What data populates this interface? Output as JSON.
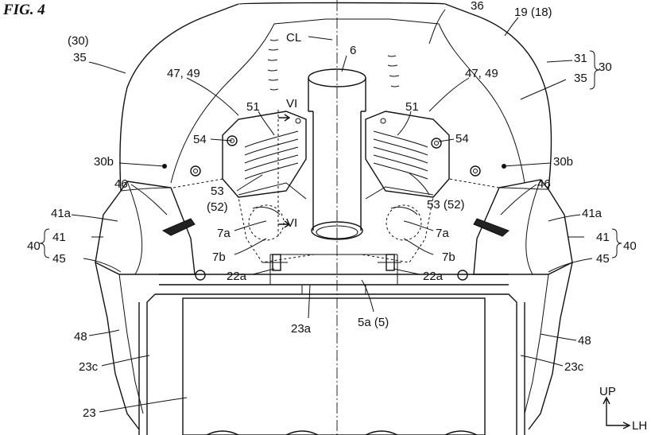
{
  "figure": {
    "title": "FIG. 4"
  },
  "labels": {
    "l19": "19 (18)",
    "l36": "36",
    "l30_paren": "(30)",
    "l35_left": "35",
    "l31": "31",
    "l30_right": "30",
    "l35_right": "35",
    "lCL": "CL",
    "l6": "6",
    "l4749_left": "47, 49",
    "l4749_right": "47, 49",
    "l51_left": "51",
    "l51_right": "51",
    "lVI_top": "VI",
    "lVI_bottom": "VI",
    "l54_left": "54",
    "l54_right": "54",
    "l30b_left": "30b",
    "l30b_right": "30b",
    "l53_left": "53",
    "l52_left": "(52)",
    "l53_52_right": "53 (52)",
    "l46_left": "46",
    "l46_right": "46",
    "l41a_left": "41a",
    "l41a_right": "41a",
    "l40_left": "40",
    "l41_left": "41",
    "l45_left": "45",
    "l40_right": "40",
    "l41_right": "41",
    "l45_right": "45",
    "l7a_left": "7a",
    "l7a_right": "7a",
    "l7b_left": "7b",
    "l7b_right": "7b",
    "l22a_left": "22a",
    "l22a_right": "22a",
    "l5a5": "5a (5)",
    "l23a": "23a",
    "l48_left": "48",
    "l48_right": "48",
    "l23c_left": "23c",
    "l23c_right": "23c",
    "l23": "23",
    "lUP": "UP",
    "lLH": "LH"
  }
}
